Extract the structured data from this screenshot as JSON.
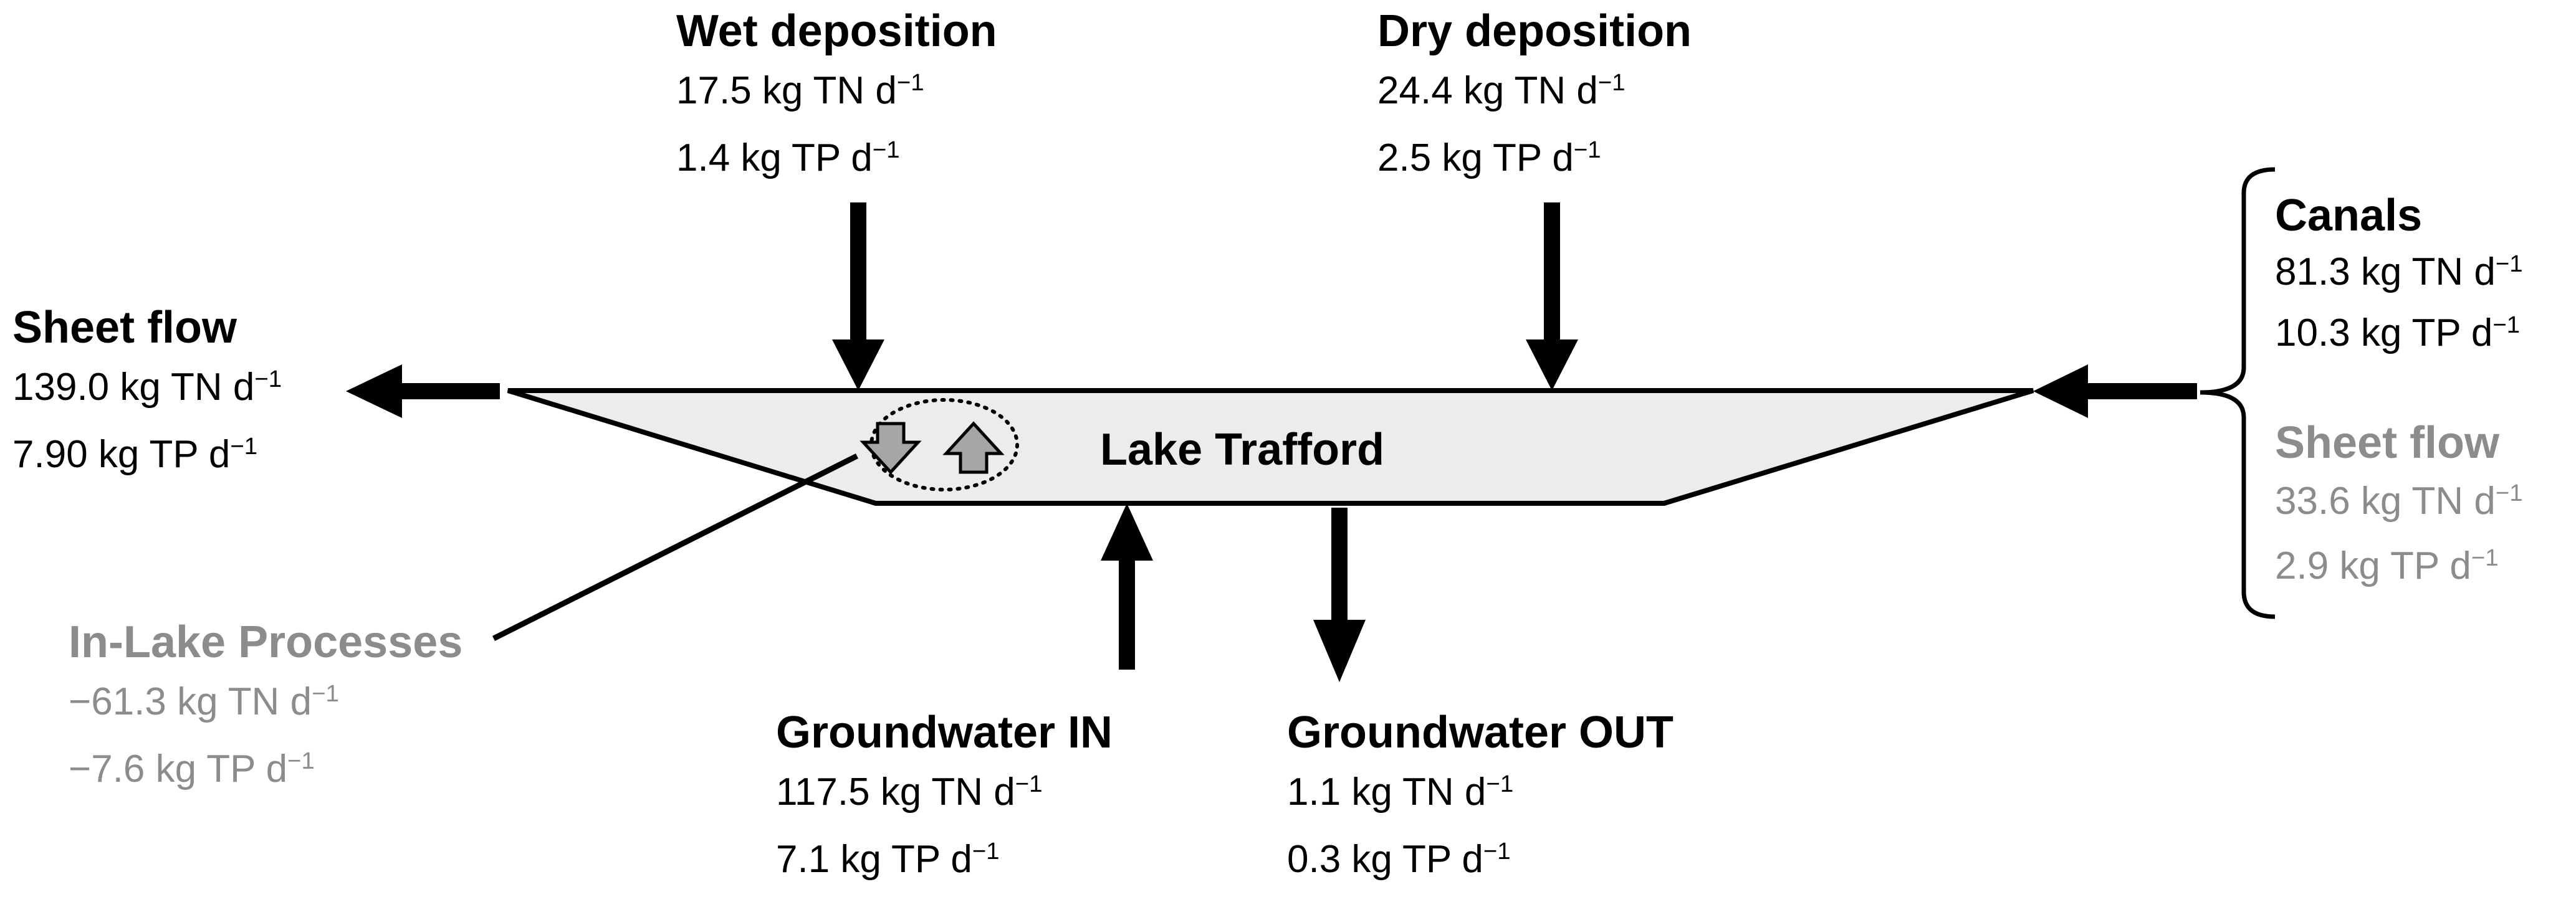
{
  "lake": {
    "name": "Lake Trafford"
  },
  "flux_unit": "d",
  "flux_exp": "−1",
  "wet_deposition": {
    "title": "Wet deposition",
    "tn": "17.5 kg TN",
    "tp": "1.4 kg TP"
  },
  "dry_deposition": {
    "title": "Dry deposition",
    "tn": "24.4 kg TN",
    "tp": "2.5 kg TP"
  },
  "sheet_flow_out": {
    "title": "Sheet flow",
    "tn": "139.0 kg TN",
    "tp": "7.90 kg TP"
  },
  "canals": {
    "title": "Canals",
    "tn": "81.3 kg TN",
    "tp": "10.3 kg TP"
  },
  "sheet_flow_in": {
    "title": "Sheet flow",
    "tn": "33.6 kg TN",
    "tp": "2.9 kg TP"
  },
  "in_lake": {
    "title": "In-Lake Processes",
    "tn": "−61.3 kg TN",
    "tp": "−7.6 kg TP"
  },
  "groundwater_in": {
    "title": "Groundwater IN",
    "tn": "117.5 kg TN",
    "tp": "7.1 kg TP"
  },
  "groundwater_out": {
    "title": "Groundwater OUT",
    "tn": "1.1 kg TN",
    "tp": "0.3 kg TP"
  },
  "colors": {
    "ink": "#000000",
    "muted": "#8c8c8c",
    "lake_fill": "#ececec",
    "process_arrow": "#a6a6a6"
  },
  "icons": [
    "down-arrow-icon",
    "up-arrow-icon"
  ]
}
